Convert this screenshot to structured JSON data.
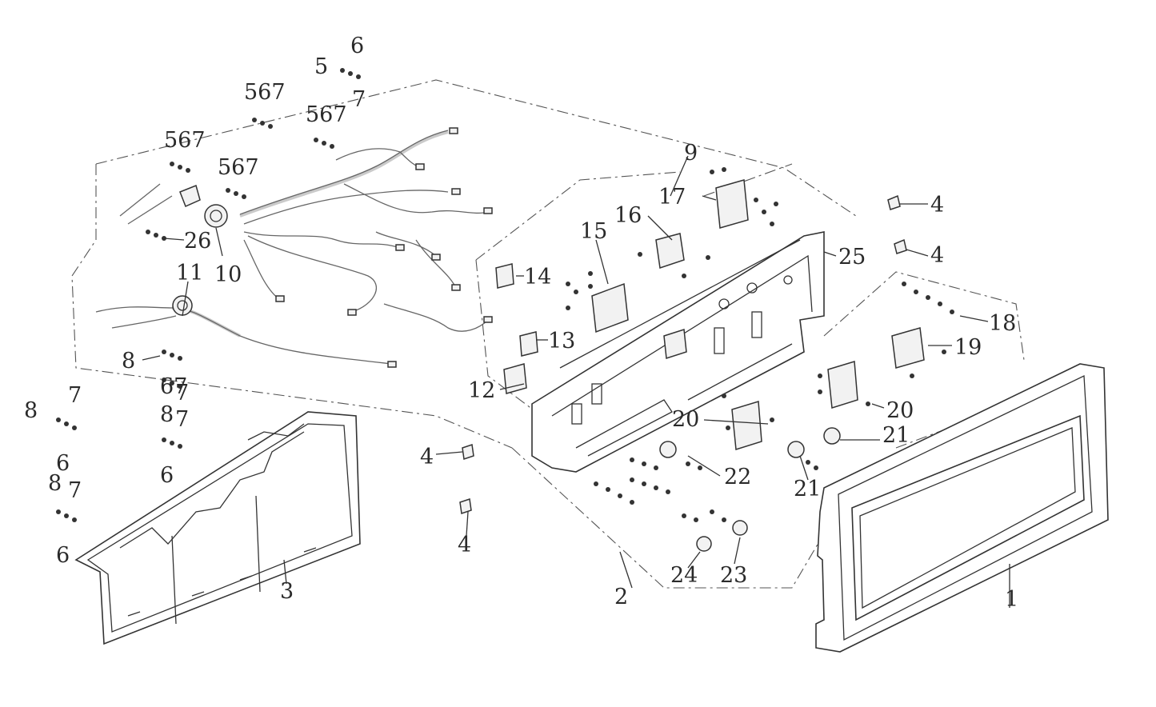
{
  "callouts": {
    "c1": "1",
    "c2": "2",
    "c3": "3",
    "c4a": "4",
    "c4b": "4",
    "c4c": "4",
    "c4d": "4",
    "c5": "5",
    "c6": "6",
    "c7": "7",
    "c567a": "567",
    "c567b": "567",
    "c567c": "567",
    "c567d": "567",
    "c7b": "7",
    "c8a": "8",
    "c8b": "8",
    "c8c": "8",
    "c8d": "8",
    "c67": "67",
    "c7c": "7",
    "c6b": "6",
    "c7d": "7",
    "c6c": "6",
    "c7e": "7",
    "c6d": "6",
    "c9": "9",
    "c10": "10",
    "c11": "11",
    "c12": "12",
    "c13": "13",
    "c14": "14",
    "c15": "15",
    "c16": "16",
    "c17": "17",
    "c18": "18",
    "c19": "19",
    "c20a": "20",
    "c20b": "20",
    "c21a": "21",
    "c21b": "21",
    "c22": "22",
    "c23": "23",
    "c24": "24",
    "c25": "25",
    "c26": "26"
  }
}
